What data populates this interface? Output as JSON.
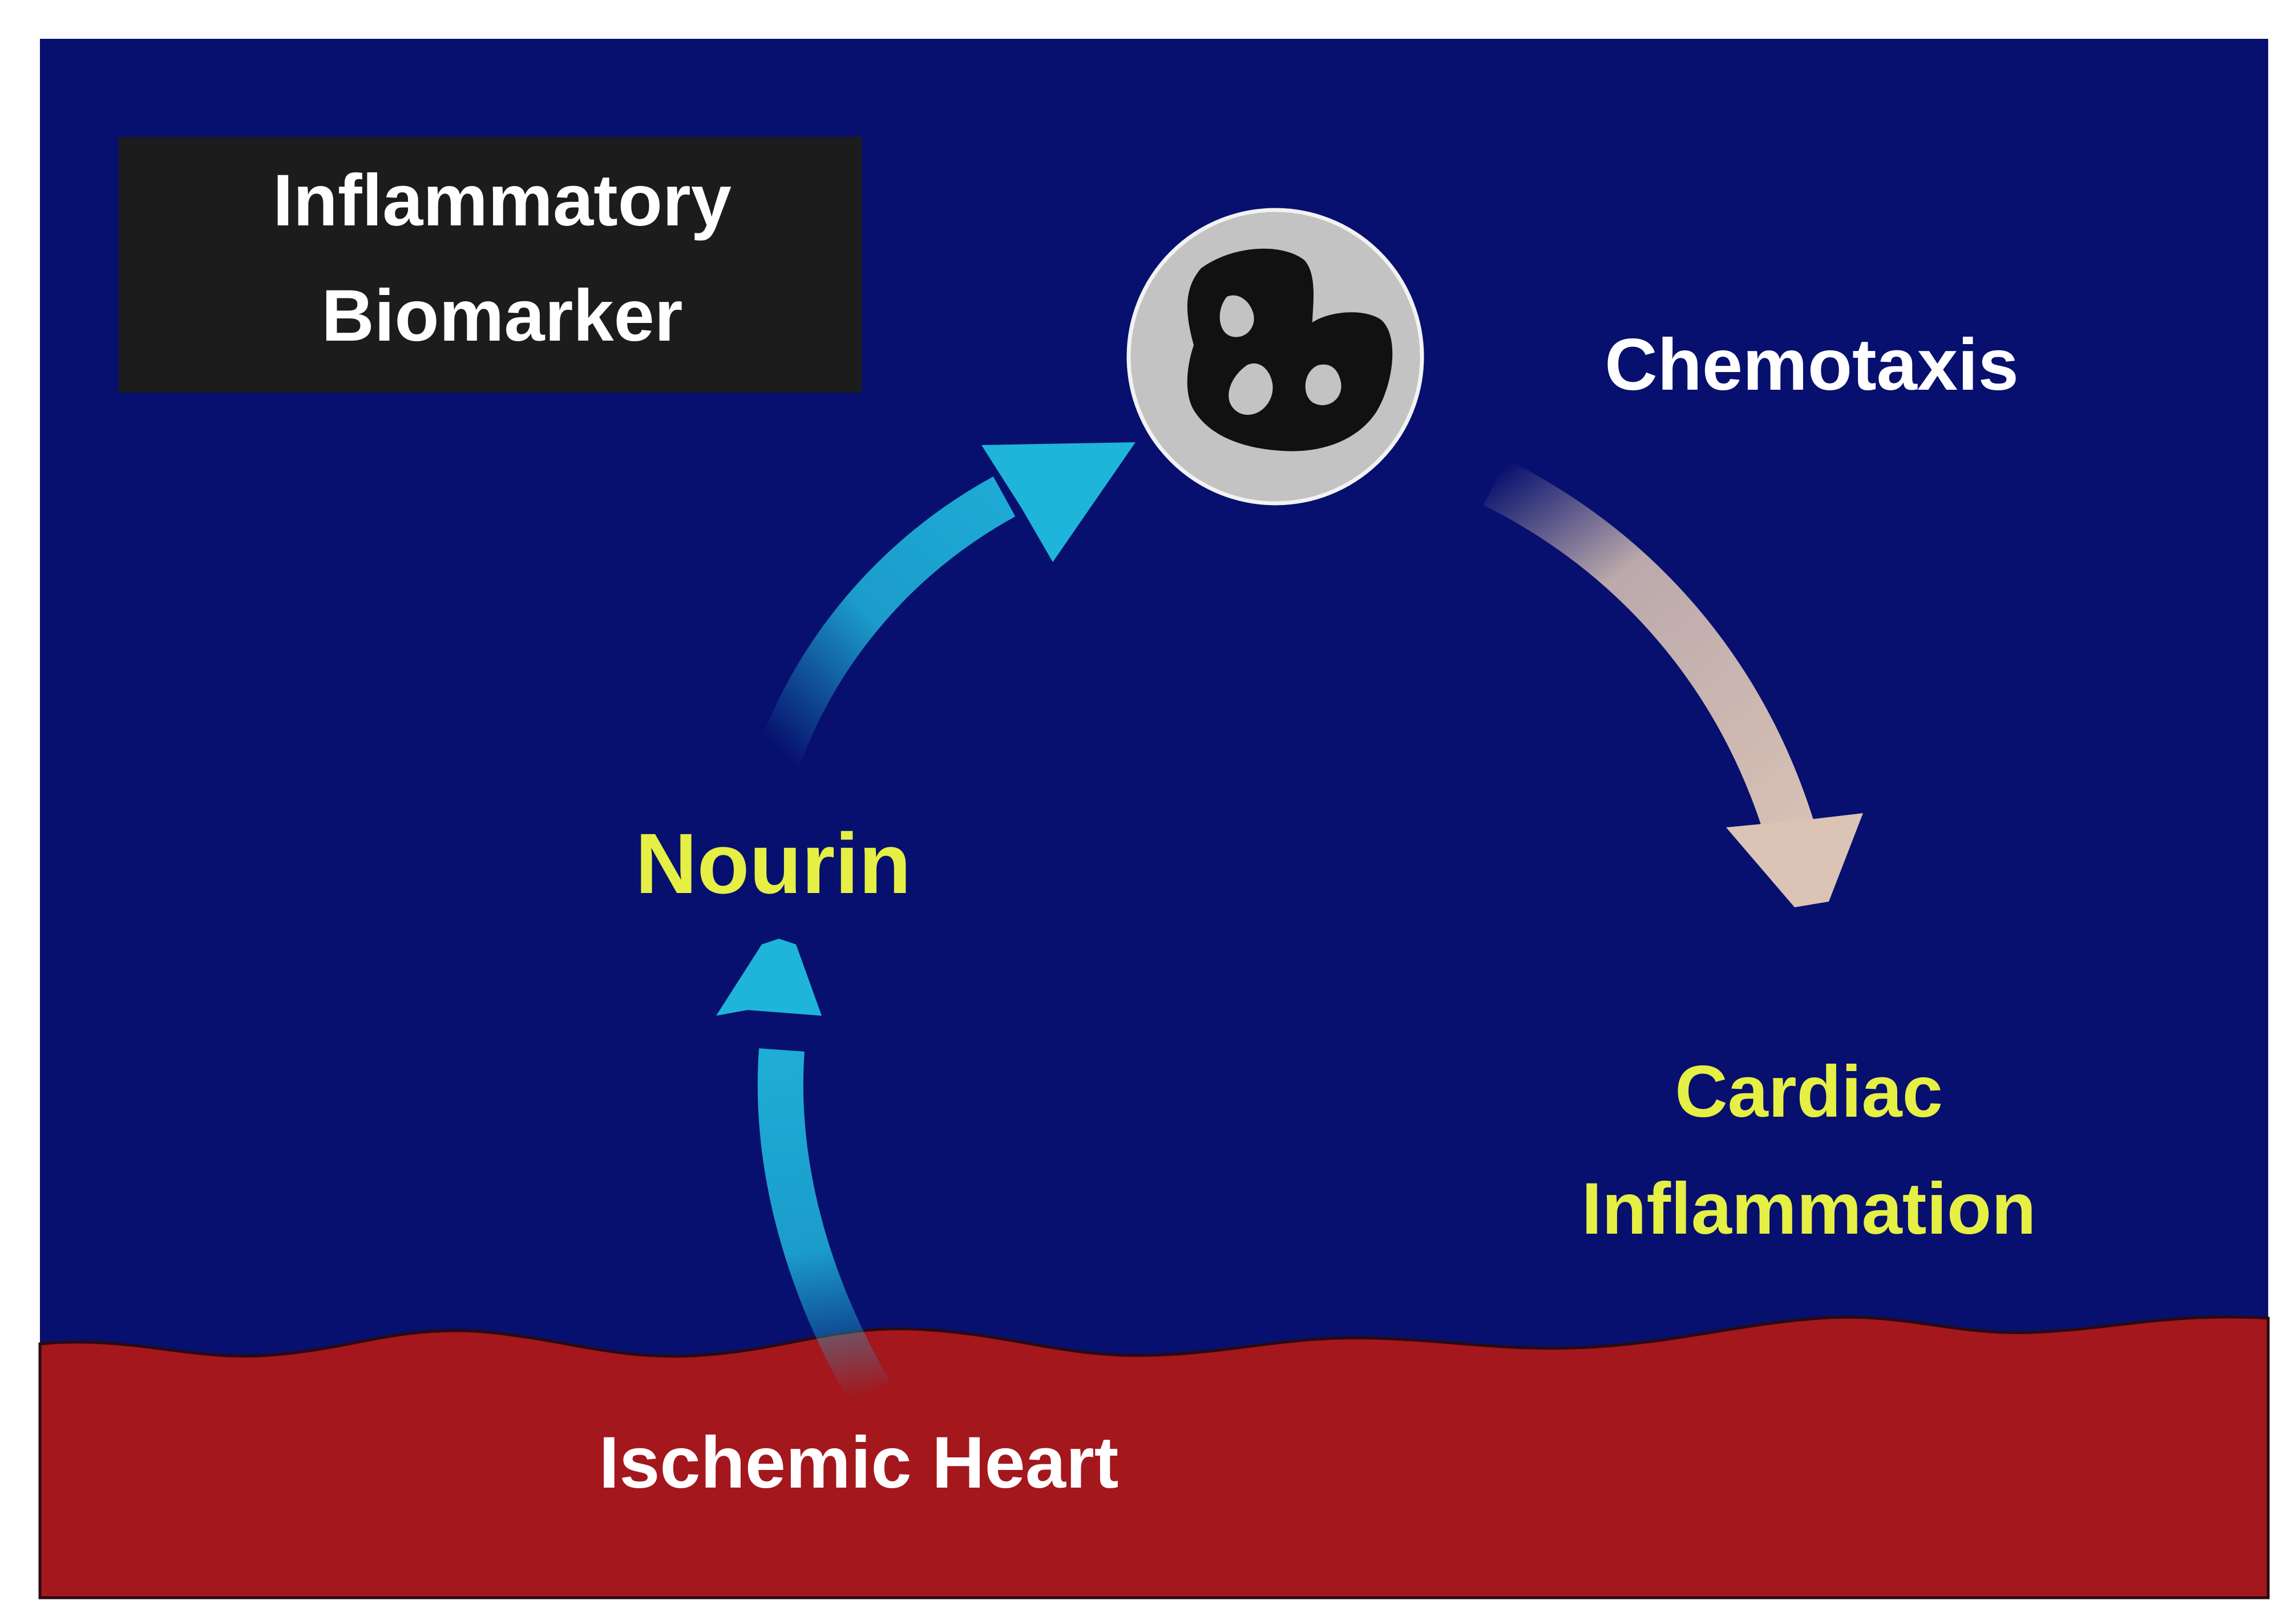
{
  "title_box": {
    "line1": "Inflammatory",
    "line2": "Biomarker"
  },
  "labels": {
    "chemotaxis": "Chemotaxis",
    "nourin": "Nourin",
    "cardiac_line1": "Cardiac",
    "cardiac_line2": "Inflammation",
    "ischemic_heart": "Ischemic Heart"
  },
  "colors": {
    "background": "#07106e",
    "title_box": "#1c1c1c",
    "heart_tissue": "#a3171d",
    "text_white": "#ffffff",
    "text_yellow": "#e6ef44",
    "arrow_cyan": "#1fb4da",
    "arrow_beige": "#dbc4b6",
    "cell_fill": "#c3c3c3",
    "nucleus": "#111111"
  }
}
